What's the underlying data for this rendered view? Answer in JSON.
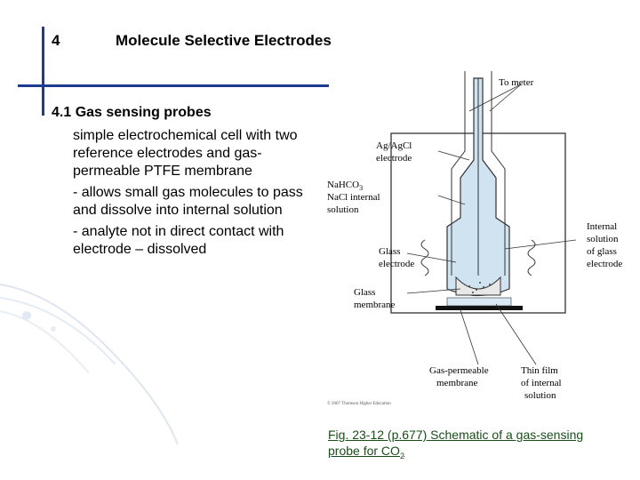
{
  "slide": {
    "number": "4",
    "title": "Molecule Selective Electrodes"
  },
  "section": {
    "heading": "4.1 Gas sensing probes",
    "paragraphs": [
      "simple electrochemical cell with two reference electrodes and gas-permeable PTFE membrane",
      "- allows small gas molecules to pass and dissolve into internal solution",
      "- analyte not in direct contact with electrode – dissolved"
    ]
  },
  "diagram": {
    "labels": {
      "to_meter": "To meter",
      "ag_agcl_1": "Ag/AgCl",
      "ag_agcl_2": "electrode",
      "nahco3_1": "NaHCO",
      "nahco3_sub": "3",
      "nahco3_2": "NaCl internal",
      "nahco3_3": "solution",
      "glass_electrode_1": "Glass",
      "glass_electrode_2": "electrode",
      "glass_membrane_1": "Glass",
      "glass_membrane_2": "membrane",
      "internal_1": "Internal",
      "internal_2": "solution",
      "internal_3": "of glass",
      "internal_4": "electrode",
      "gas_perm_1": "Gas-permeable",
      "gas_perm_2": "membrane",
      "thin_film_1": "Thin film",
      "thin_film_2": "of internal",
      "thin_film_3": "solution",
      "copyright": "© 2007 Thomson Higher Education"
    }
  },
  "caption": {
    "text": "Fig. 23-12 (p.677) Schematic of a gas-sensing probe for CO",
    "subscript": "2"
  }
}
